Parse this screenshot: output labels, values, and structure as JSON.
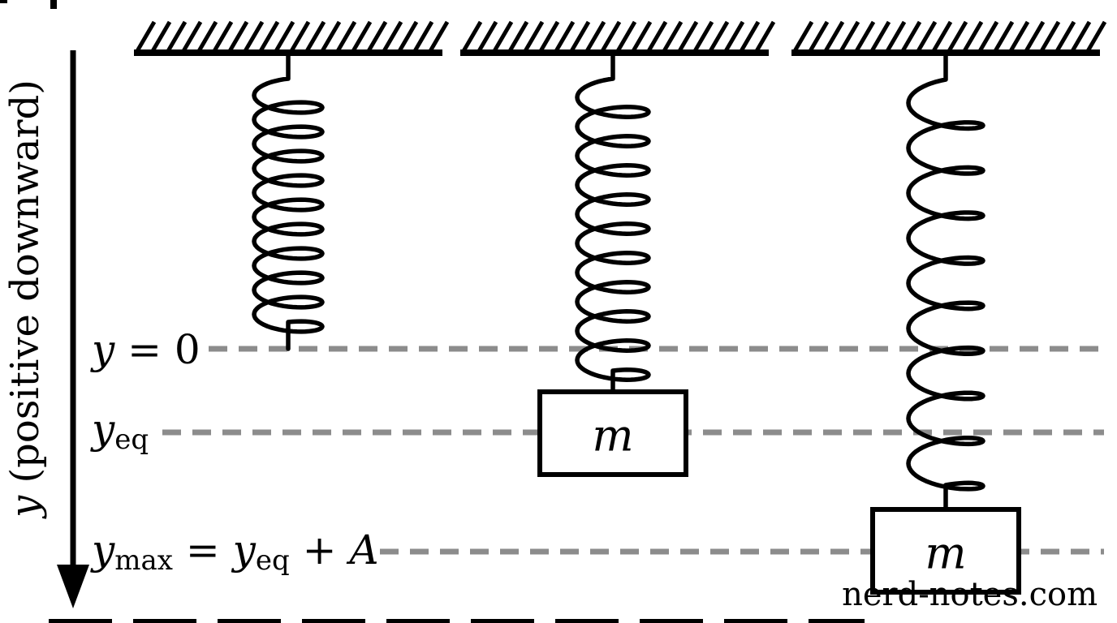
{
  "diagram": {
    "axis_label": {
      "segments": [
        {
          "text": "y",
          "italic": true
        },
        {
          "text": " (positive downward)"
        }
      ]
    },
    "reference_lines": [
      {
        "id": "y-zero",
        "meaning": "natural length of spring",
        "label_segments": [
          {
            "text": "y",
            "italic": true
          },
          {
            "text": " = 0"
          }
        ]
      },
      {
        "id": "y-eq",
        "meaning": "equilibrium position",
        "label_segments": [
          {
            "text": "y",
            "italic": true
          },
          {
            "text": "eq",
            "sub": true
          }
        ]
      },
      {
        "id": "y-max",
        "meaning": "maximum displacement",
        "label_segments": [
          {
            "text": "y",
            "italic": true
          },
          {
            "text": "max",
            "sub": true
          },
          {
            "text": " = "
          },
          {
            "text": "y",
            "italic": true
          },
          {
            "text": "eq",
            "sub": true
          },
          {
            "text": " + "
          },
          {
            "text": "A",
            "italic": true
          }
        ]
      }
    ],
    "masses": [
      {
        "label": "m"
      },
      {
        "label": "m"
      }
    ],
    "watermark": "nerd-notes.com",
    "colors": {
      "ink": "#000000",
      "dashed_line": "#8c8c8c",
      "watermark": "#b5b5b5",
      "background": "#ffffff"
    }
  }
}
